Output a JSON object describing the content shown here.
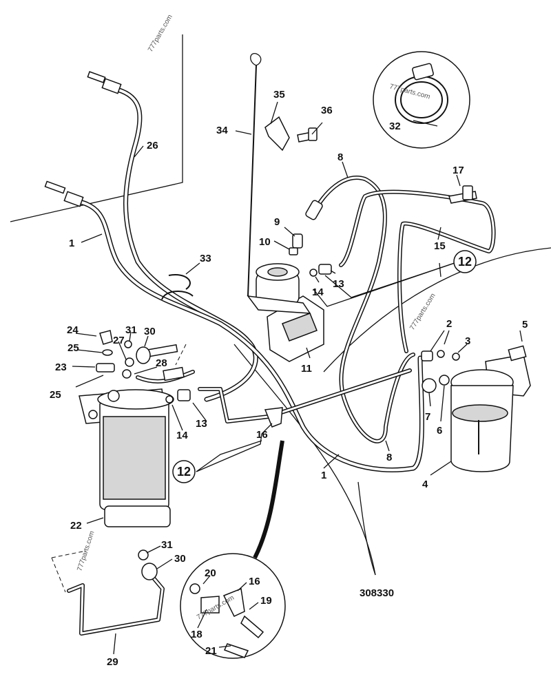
{
  "drawing_number": "308330",
  "watermark": "777parts.com",
  "callouts": {
    "p1a": "1",
    "p1b": "1",
    "p2": "2",
    "p3": "3",
    "p4": "4",
    "p5": "5",
    "p6": "6",
    "p7": "7",
    "p8a": "8",
    "p8b": "8",
    "p9": "9",
    "p10": "10",
    "p11": "11",
    "p12a": "12",
    "p12b": "12",
    "p13a": "13",
    "p13b": "13",
    "p14a": "14",
    "p14b": "14",
    "p15": "15",
    "p16a": "16",
    "p16b": "16",
    "p17": "17",
    "p18": "18",
    "p19": "19",
    "p20": "20",
    "p21": "21",
    "p22": "22",
    "p23": "23",
    "p24": "24",
    "p25a": "25",
    "p25b": "25",
    "p26": "26",
    "p27": "27",
    "p28": "28",
    "p29": "29",
    "p30a": "30",
    "p30b": "30",
    "p31a": "31",
    "p31b": "31",
    "p32": "32",
    "p33": "33",
    "p34": "34",
    "p35": "35",
    "p36": "36"
  }
}
